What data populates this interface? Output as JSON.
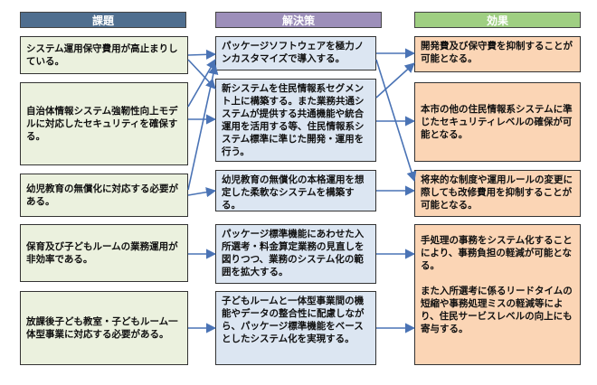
{
  "headers": {
    "issues": "課題",
    "solutions": "解決策",
    "effects": "効果"
  },
  "colors": {
    "header_issues": "#4f6e8f",
    "header_solutions": "#9d8fba",
    "header_effects": "#9fcf82",
    "issue_fill": "#ebf1de",
    "solution_fill": "#dce6f2",
    "effect_fill": "#fbd5b5",
    "arrow": "#4a73b5"
  },
  "issues": [
    "システム運用保守費用が高止まりしている。",
    "自治体情報システム強靭性向上モデルに対応したセキュリティを確保する。",
    "幼児教育の無償化に対応する必要がある。",
    "保育及び子どもルームの業務運用が非効率である。",
    "放課後子ども教室・子どもルーム一体型事業に対応する必要がある。"
  ],
  "solutions": [
    "パッケージソフトウェアを極力ノンカスタマイズで導入する。",
    "新システムを住民情報系セグメント上に構築する。また業務共通システムが提供する共通機能や統合運用を活用する等、住民情報系システム標準に準じた開発・運用を行う。",
    "幼児教育の無償化の本格運用を想定した柔軟なシステムを構築する。",
    "パッケージ標準機能にあわせた入所選考・料金算定業務の見直しを図りつつ、業務のシステム化の範囲を拡大する。",
    "子どもルームと一体型事業間の機能やデータの整合性に配慮しながら、パッケージ標準機能をベースとしたシステム化を実現する。"
  ],
  "effects": [
    "開発費及び保守費を抑制することが可能となる。",
    "本市の他の住民情報系システムに準じたセキュリティレベルの確保が可能となる。",
    "将来的な制度や運用ルールの変更に際しても改修費用を抑制することが可能となる。",
    "手処理の事務をシステム化することにより、事務負担の軽減が可能となる。",
    "また入所選考に係るリードタイムの短縮や事務処理ミスの軽減等により、住民サービスレベルの向上にも寄与する。"
  ]
}
